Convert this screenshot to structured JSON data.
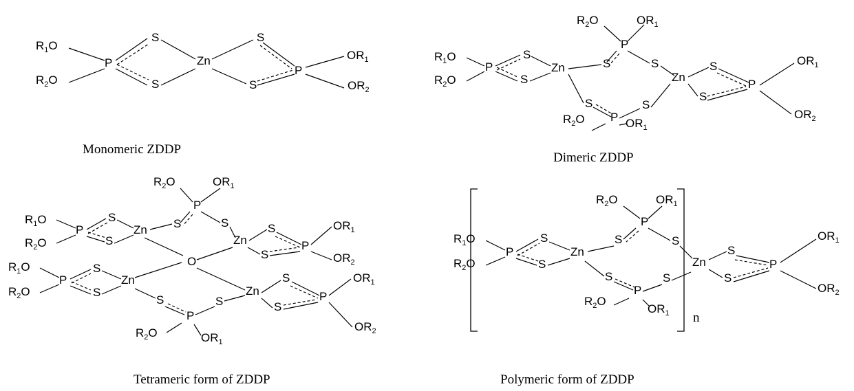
{
  "captions": {
    "monomeric": "Monomeric ZDDP",
    "dimeric": "Dimeric ZDDP",
    "tetrameric": "Tetrameric form of ZDDP",
    "polymeric": "Polymeric form of ZDDP"
  },
  "polymer_repeat": "n",
  "atoms": {
    "P": "P",
    "S": "S",
    "Zn": "Zn",
    "O": "O"
  },
  "groups": {
    "R1O": "R1O",
    "R2O": "R2O",
    "OR1": "OR1",
    "OR2": "OR2"
  }
}
